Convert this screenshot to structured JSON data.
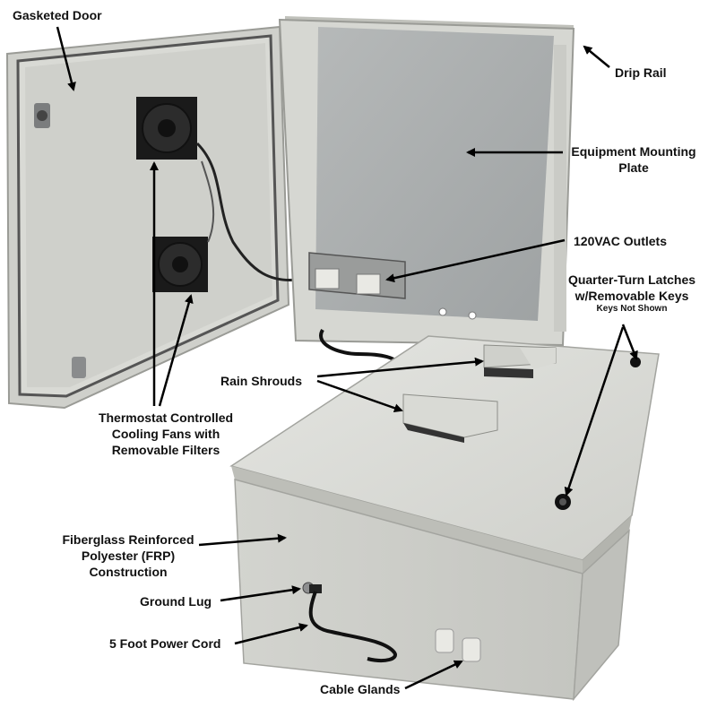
{
  "labels": {
    "gasketed_door": "Gasketed Door",
    "drip_rail": "Drip Rail",
    "mounting_plate_l1": "Equipment Mounting",
    "mounting_plate_l2": "Plate",
    "outlets": "120VAC Outlets",
    "latches_l1": "Quarter-Turn Latches",
    "latches_l2": "w/Removable Keys",
    "keys_not_shown": "Keys Not Shown",
    "rain_shrouds": "Rain Shrouds",
    "fans_l1": "Thermostat Controlled",
    "fans_l2": "Cooling Fans with",
    "fans_l3": "Removable Filters",
    "frp_l1": "Fiberglass Reinforced",
    "frp_l2": "Polyester (FRP)",
    "frp_l3": "Construction",
    "ground_lug": "Ground Lug",
    "power_cord": "5 Foot Power Cord",
    "cable_glands": "Cable Glands"
  },
  "colors": {
    "enclosure": "#d6d7d2",
    "enclosure_shadow": "#b9bab4",
    "plate": "#a9acac",
    "fan": "#1a1a1a",
    "arrow": "#000000"
  }
}
